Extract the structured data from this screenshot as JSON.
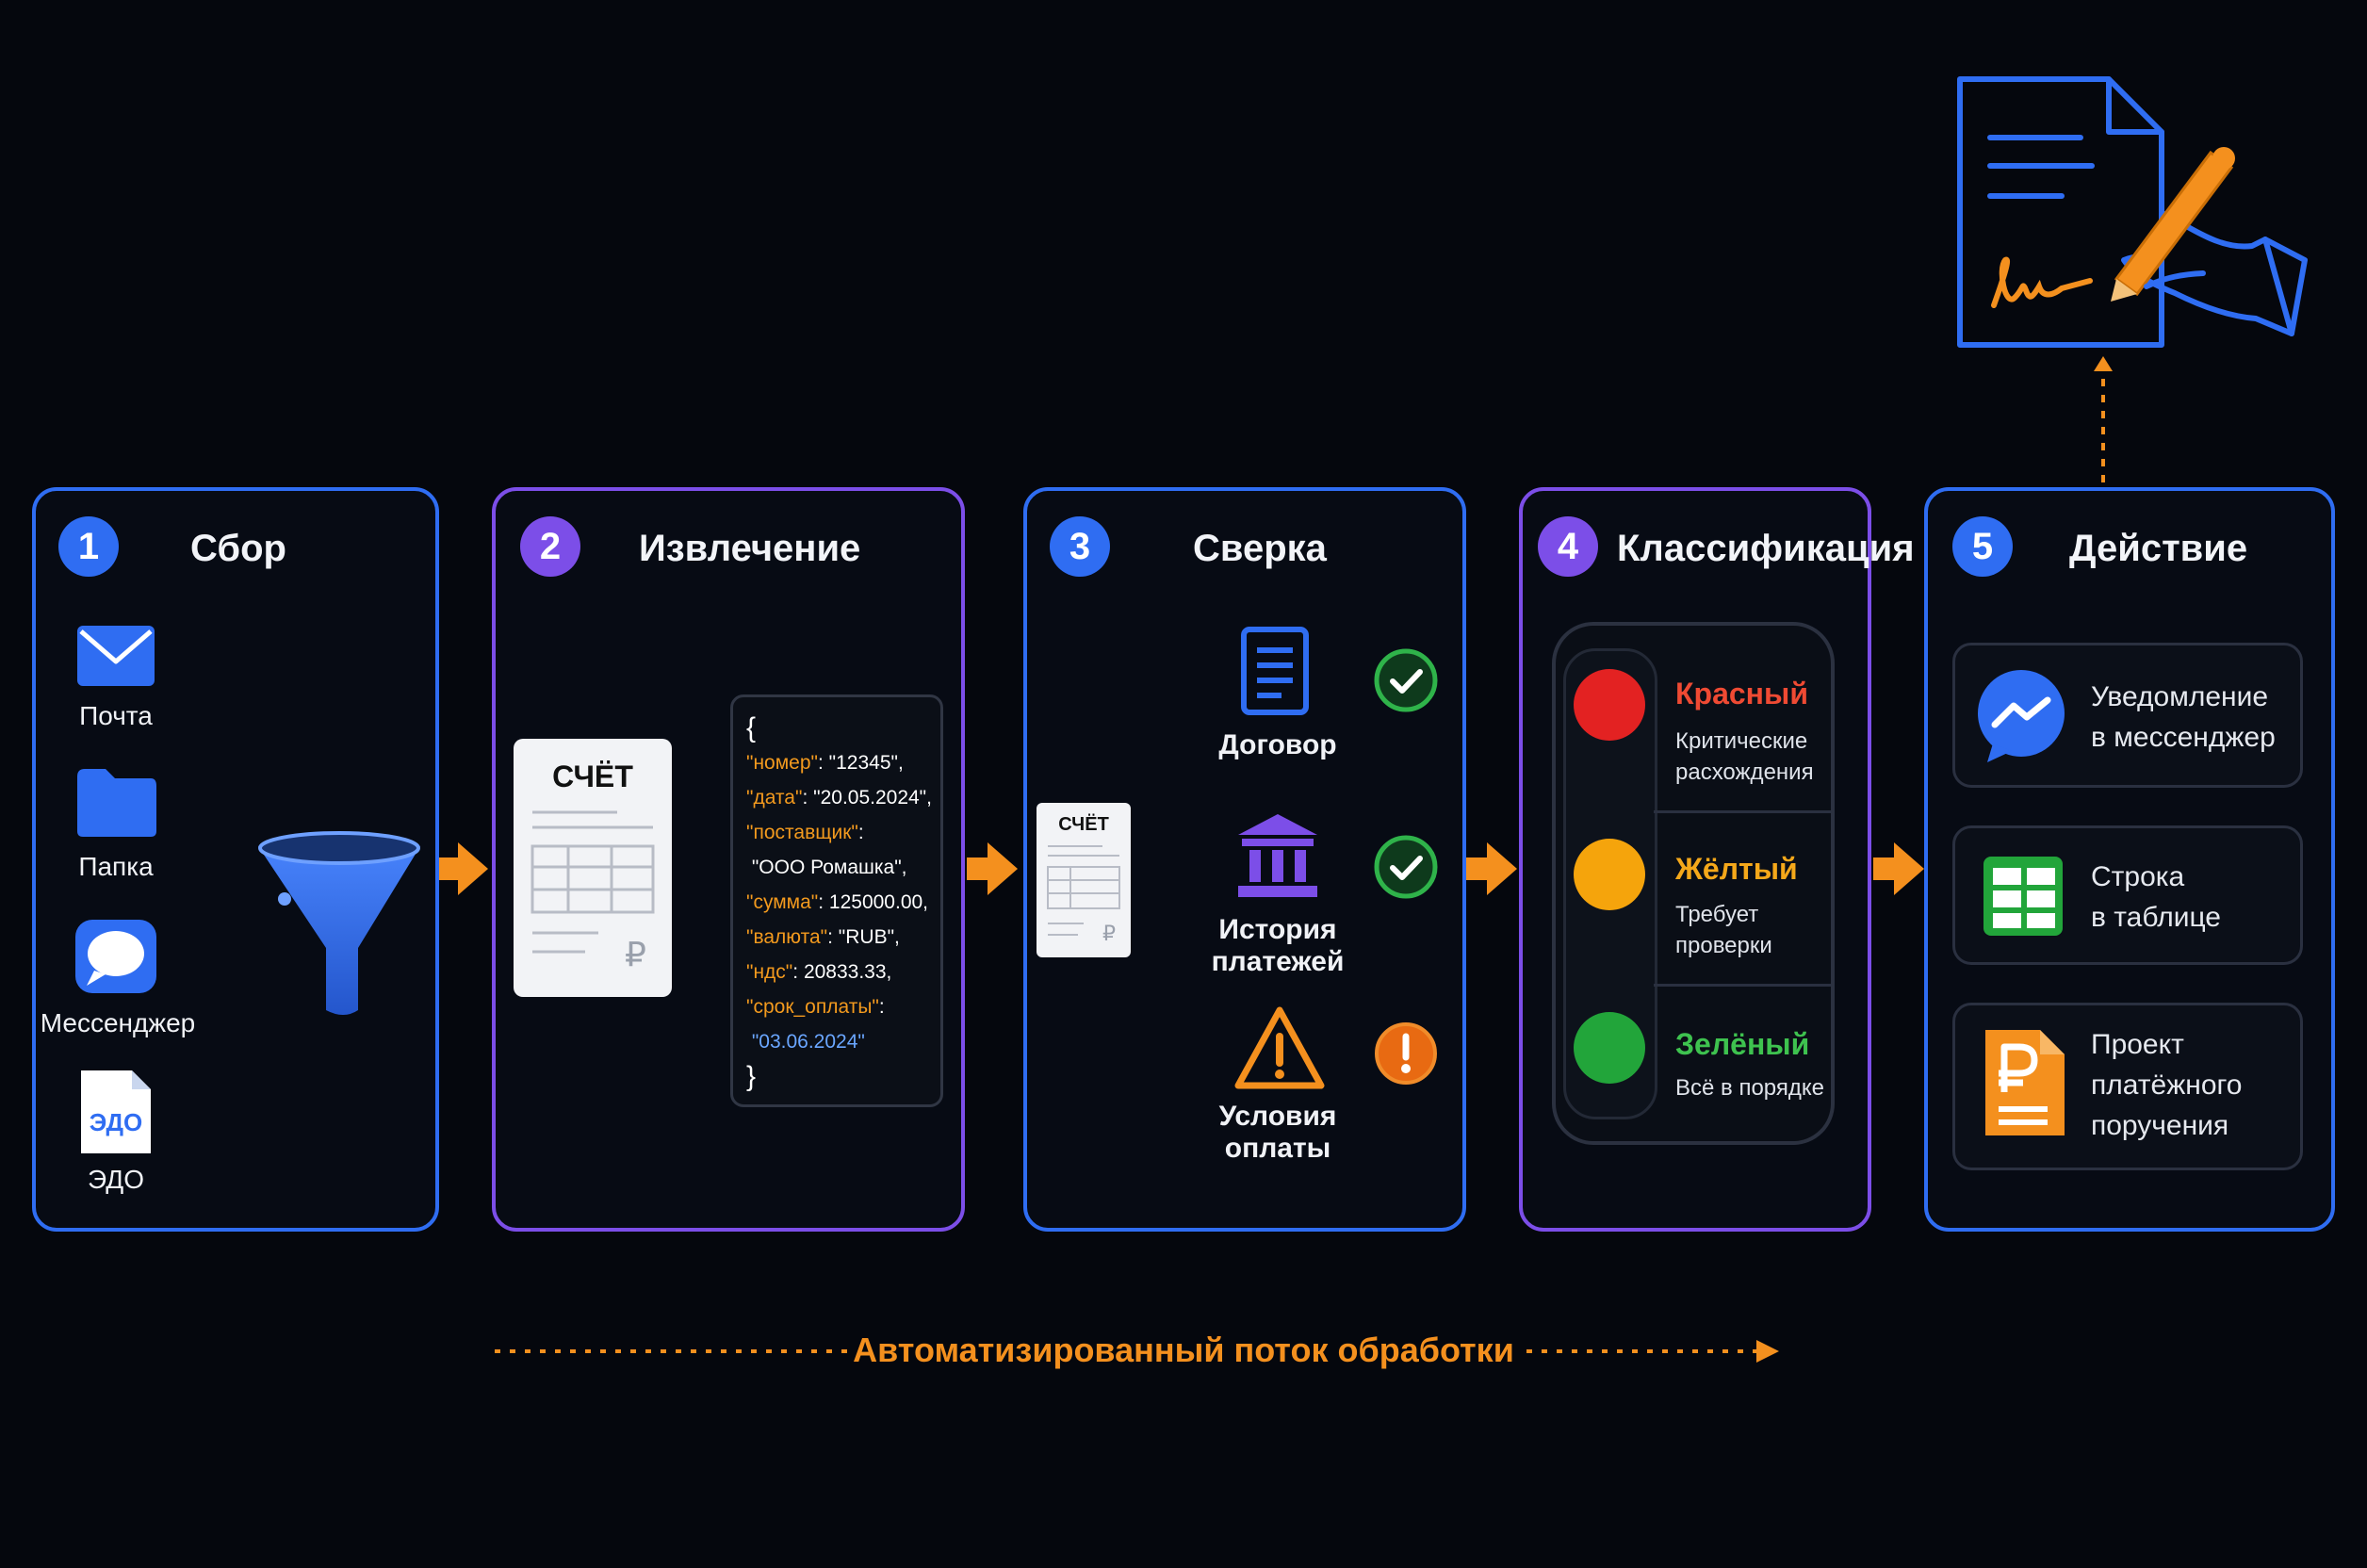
{
  "stages": [
    {
      "number": "1",
      "title": "Сбор"
    },
    {
      "number": "2",
      "title": "Извлечение"
    },
    {
      "number": "3",
      "title": "Сверка"
    },
    {
      "number": "4",
      "title": "Классификация"
    },
    {
      "number": "5",
      "title": "Действие"
    }
  ],
  "sources": [
    {
      "label": "Почта",
      "icon": "mail-icon"
    },
    {
      "label": "Папка",
      "icon": "folder-icon"
    },
    {
      "label": "Мессенджер",
      "icon": "chat-icon"
    },
    {
      "label": "ЭДО",
      "icon": "edo-file-icon",
      "icon_text": "ЭДО"
    }
  ],
  "invoice": {
    "title": "СЧЁТ",
    "currency_symbol": "₽",
    "small_title": "СЧЁТ"
  },
  "extracted_json": {
    "open": "{",
    "close": "}",
    "fields": [
      {
        "key": "\"номер\"",
        "value": "\"12345\","
      },
      {
        "key": "\"дата\"",
        "value": "\"20.05.2024\","
      },
      {
        "key": "\"поставщик\"",
        "value": "\"ООО Ромашка\","
      },
      {
        "key": "\"сумма\"",
        "value": "125000.00,"
      },
      {
        "key": "\"валюта\"",
        "value": "\"RUB\","
      },
      {
        "key": "\"ндс\"",
        "value": "20833.33,"
      },
      {
        "key": "\"срок_оплаты\"",
        "value": "\"03.06.2024\""
      }
    ]
  },
  "checks": [
    {
      "label": "Договор",
      "icon": "contract-icon",
      "status": "ok",
      "status_icon": "check-icon"
    },
    {
      "label_line1": "История",
      "label_line2": "платежей",
      "icon": "bank-icon",
      "status": "ok",
      "status_icon": "check-icon"
    },
    {
      "label_line1": "Условия",
      "label_line2": "оплаты",
      "icon": "warning-icon",
      "status": "warning",
      "status_icon": "exclamation-icon"
    }
  ],
  "classes": [
    {
      "title": "Красный",
      "desc_line1": "Критические",
      "desc_line2": "расхождения",
      "color": "#e32222",
      "title_color": "#ef4a33"
    },
    {
      "title": "Жёлтый",
      "desc_line1": "Требует",
      "desc_line2": "проверки",
      "color": "#f5a40c",
      "title_color": "#f5a81a"
    },
    {
      "title": "Зелёный",
      "desc_line1": "Всё в порядке",
      "desc_line2": "",
      "color": "#22a53a",
      "title_color": "#3ec24f"
    }
  ],
  "actions": [
    {
      "line1": "Уведомление",
      "line2": "в мессенджер",
      "icon": "messenger-icon"
    },
    {
      "line1": "Строка",
      "line2": "в таблице",
      "icon": "spreadsheet-icon"
    },
    {
      "line1": "Проект",
      "line2": "платёжного",
      "line3": "поручения",
      "icon": "payment-order-icon"
    }
  ],
  "signature": {
    "icon": "document-signing-icon"
  },
  "footer": {
    "flow_label": "Автоматизированный поток обработки"
  },
  "colors": {
    "blue": "#2f6df2",
    "violet": "#7c4ee8",
    "orange": "#f4901e",
    "green": "#22a53a",
    "background": "#05070d"
  }
}
